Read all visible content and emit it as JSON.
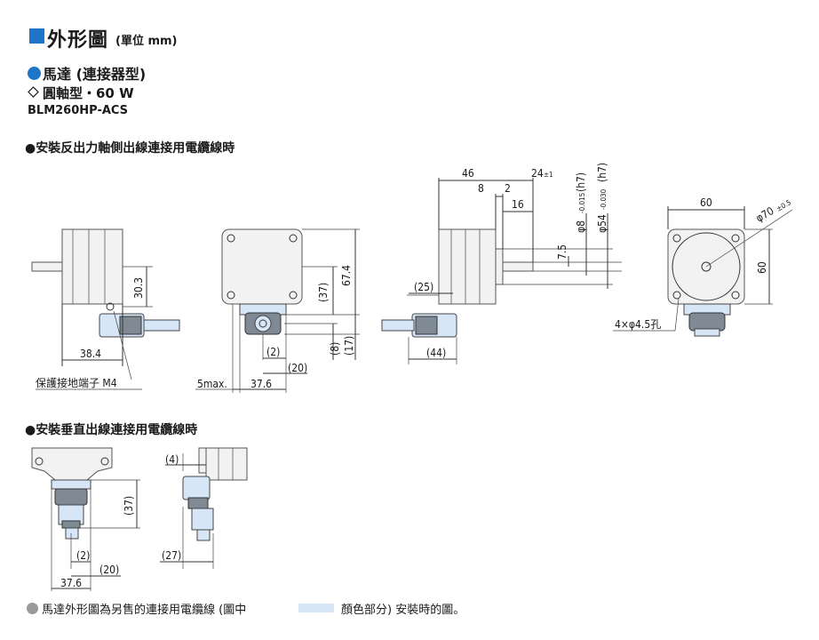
{
  "header": {
    "title": "外形圖",
    "unit": "(單位 mm)",
    "motor": "馬達 (連接器型)",
    "shaft": "圓軸型・60 W",
    "model": "BLM260HP-ACS"
  },
  "sections": {
    "side": "●安裝反出力軸側出線連接用電纜線時",
    "vertical": "●安裝垂直出線連接用電纜線時"
  },
  "dims": {
    "d46": "46",
    "d8": "8",
    "d2": "2",
    "d24": "24",
    "d24tol": "±1",
    "d16": "16",
    "d75": "7.5",
    "dphi8": "φ8",
    "dphi8tol": "-0.015",
    "dphi8h": "(h7)",
    "dphi54": "φ54",
    "dphi54tol": "-0.030",
    "dphi54h": "(h7)",
    "d60top": "60",
    "d70": "φ70",
    "d70tol": "±0.5",
    "d60side": "60",
    "hole": "4×φ4.5孔",
    "d303": "30.3",
    "d384": "38.4",
    "d37": "(37)",
    "d674": "67.4",
    "d25": "(25)",
    "d44": "(44)",
    "d2p": "(2)",
    "d20": "(20)",
    "d8p": "(8)",
    "d17": "(17)",
    "d5max": "5max.",
    "d376": "37.6",
    "ground": "保護接地端子 M4",
    "v4": "(4)",
    "v37": "(37)",
    "v2": "(2)",
    "v20": "(20)",
    "v376": "37.6",
    "v27": "(27)"
  },
  "note": {
    "before": "馬達外形圖為另售的連接用電纜線 (圖中",
    "after": "顏色部分) 安裝時的圖。"
  }
}
